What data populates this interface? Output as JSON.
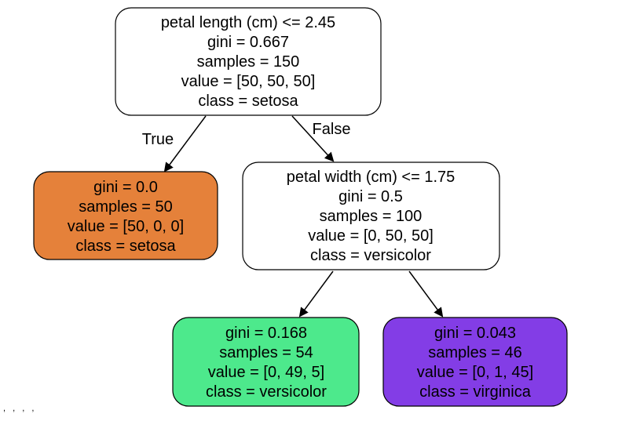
{
  "nodes": {
    "root": {
      "lines": [
        "petal length (cm) <= 2.45",
        "gini = 0.667",
        "samples = 150",
        "value = [50, 50, 50]",
        "class = setosa"
      ],
      "fill": "#ffffff"
    },
    "left": {
      "lines": [
        "gini = 0.0",
        "samples = 50",
        "value = [50, 0, 0]",
        "class = setosa"
      ],
      "fill": "#e5813a"
    },
    "right": {
      "lines": [
        "petal width (cm) <= 1.75",
        "gini = 0.5",
        "samples = 100",
        "value = [0, 50, 50]",
        "class = versicolor"
      ],
      "fill": "#ffffff"
    },
    "right_left": {
      "lines": [
        "gini = 0.168",
        "samples = 54",
        "value = [0, 49, 5]",
        "class = versicolor"
      ],
      "fill": "#4de98c"
    },
    "right_right": {
      "lines": [
        "gini = 0.043",
        "samples = 46",
        "value = [0, 1, 45]",
        "class = virginica"
      ],
      "fill": "#833de6"
    }
  },
  "edges": {
    "true_label": "True",
    "false_label": "False"
  },
  "footer": {
    "text": ", , , ,"
  }
}
